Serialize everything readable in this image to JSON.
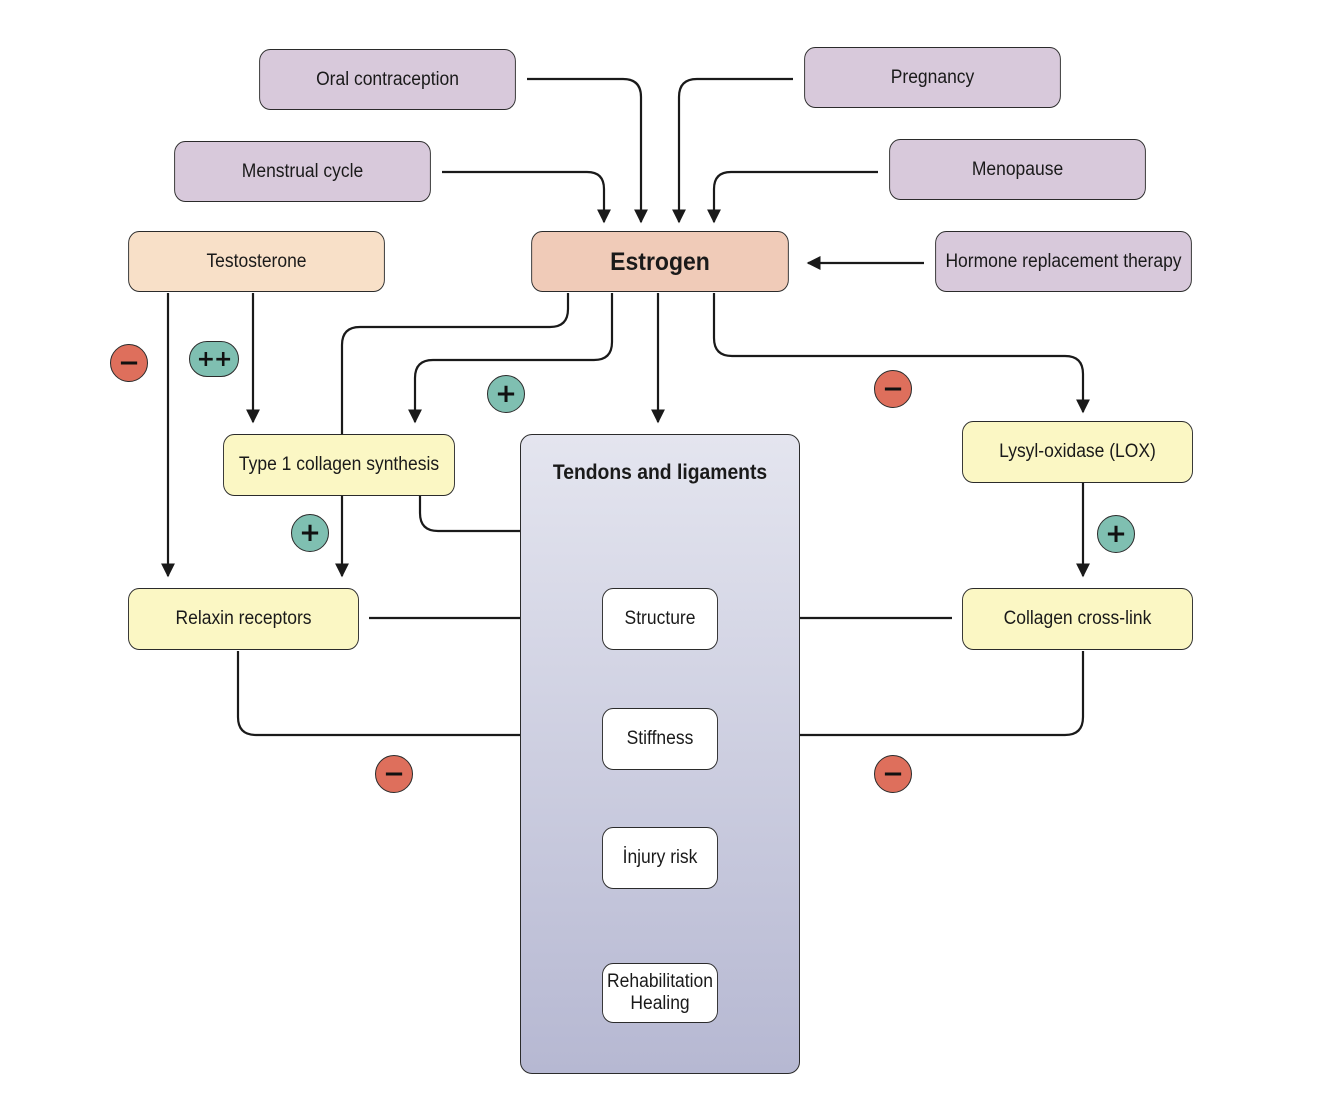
{
  "nodes": {
    "oral_contraception": "Oral contraception",
    "pregnancy": "Pregnancy",
    "menstrual_cycle": "Menstrual cycle",
    "menopause": "Menopause",
    "testosterone": "Testosterone",
    "estrogen": "Estrogen",
    "hrt": "Hormone replacement therapy",
    "collagen_synthesis": "Type 1 collagen synthesis",
    "lox": "Lysyl-oxidase (LOX)",
    "relaxin": "Relaxin receptors",
    "cross_link": "Collagen cross-link"
  },
  "panel": {
    "title": "Tendons and ligaments",
    "structure": "Structure",
    "stiffness": "Stiffness",
    "injury_risk": "İnjury risk",
    "rehab_line1": "Rehabilitation",
    "rehab_line2": "Healing"
  },
  "signs": {
    "plus": "+",
    "double_plus": "++",
    "minus": "−"
  },
  "colors": {
    "purple": "#d8c9db",
    "peach": "#f8e0c8",
    "salmon": "#f0cbb8",
    "yellow": "#fbf7c4",
    "plus": "#7fbfb1",
    "minus": "#de6f5c"
  }
}
